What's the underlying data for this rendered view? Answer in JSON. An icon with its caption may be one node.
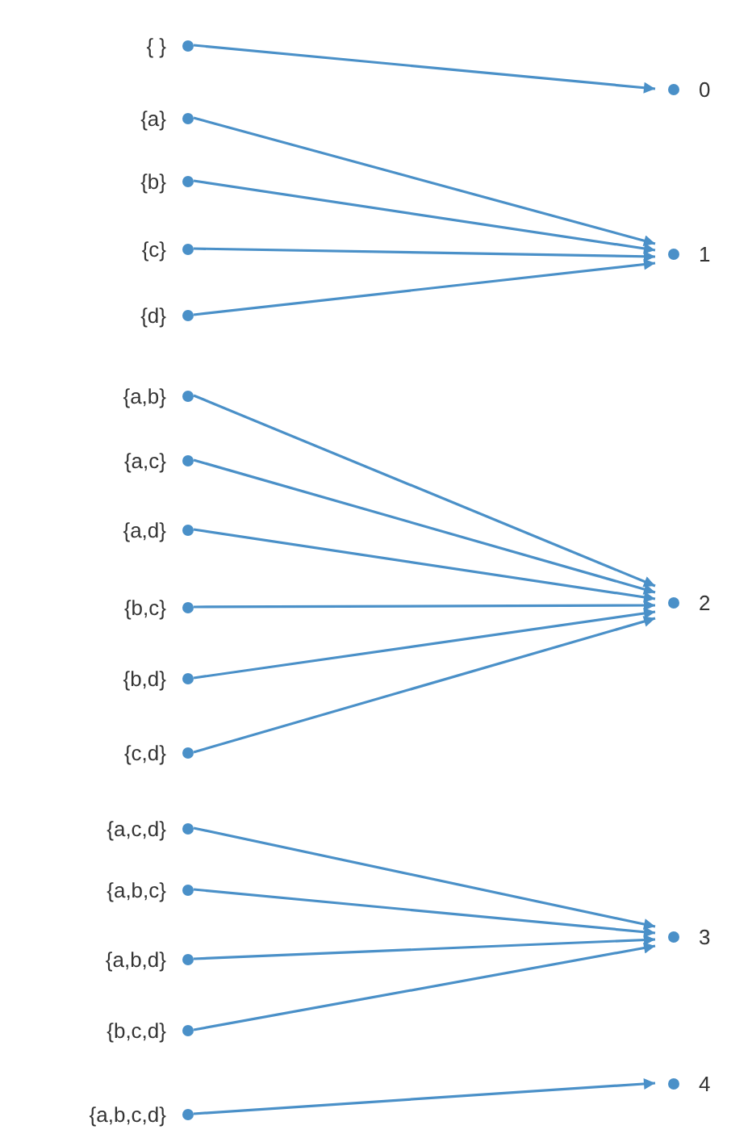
{
  "diagram": {
    "nodes": [
      {
        "text": [
          "{ }"
        ]
      },
      {
        "text": [
          "{a}"
        ]
      },
      {
        "text": [
          "{b}"
        ]
      },
      {
        "text": [
          "{c}"
        ]
      },
      {
        "text": [
          "{d}"
        ]
      },
      {
        "text": [
          "{a,b}"
        ]
      },
      {
        "text": [
          "{a,c}"
        ]
      },
      {
        "text": [
          "{a,d}"
        ]
      },
      {
        "text": [
          "{b,c}"
        ]
      },
      {
        "text": [
          "{b,d}"
        ]
      },
      {
        "text": [
          "{c,d}"
        ]
      },
      {
        "text": [
          "{a,c,d}"
        ]
      },
      {
        "text": [
          "{a,b,c}"
        ]
      },
      {
        "text": [
          "{a,b,d}"
        ]
      },
      {
        "text": [
          "{b,c,d}"
        ]
      },
      {
        "text": [
          "{a,b,c,d}"
        ]
      },
      {
        "text": [
          "0"
        ]
      },
      {
        "text": [
          "1"
        ]
      },
      {
        "text": [
          "2"
        ]
      },
      {
        "text": [
          "3"
        ]
      },
      {
        "text": [
          "4"
        ]
      }
    ],
    "edges": [
      {
        "from": 0,
        "to": 16,
        "arrow": "to"
      },
      {
        "from": 1,
        "to": 17,
        "arrow": "to"
      },
      {
        "from": 2,
        "to": 17,
        "arrow": "to"
      },
      {
        "from": 3,
        "to": 17,
        "arrow": "to"
      },
      {
        "from": 4,
        "to": 17,
        "arrow": "to"
      },
      {
        "from": 5,
        "to": 18,
        "arrow": "to"
      },
      {
        "from": 6,
        "to": 18,
        "arrow": "to"
      },
      {
        "from": 7,
        "to": 18,
        "arrow": "to"
      },
      {
        "from": 8,
        "to": 18,
        "arrow": "to"
      },
      {
        "from": 9,
        "to": 18,
        "arrow": "to"
      },
      {
        "from": 10,
        "to": 18,
        "arrow": "to"
      },
      {
        "from": 11,
        "to": 19,
        "arrow": "to"
      },
      {
        "from": 12,
        "to": 19,
        "arrow": "to"
      },
      {
        "from": 13,
        "to": 19,
        "arrow": "to"
      },
      {
        "from": 14,
        "to": 19,
        "arrow": "to"
      },
      {
        "from": 15,
        "to": 20,
        "arrow": "to"
      }
    ]
  }
}
